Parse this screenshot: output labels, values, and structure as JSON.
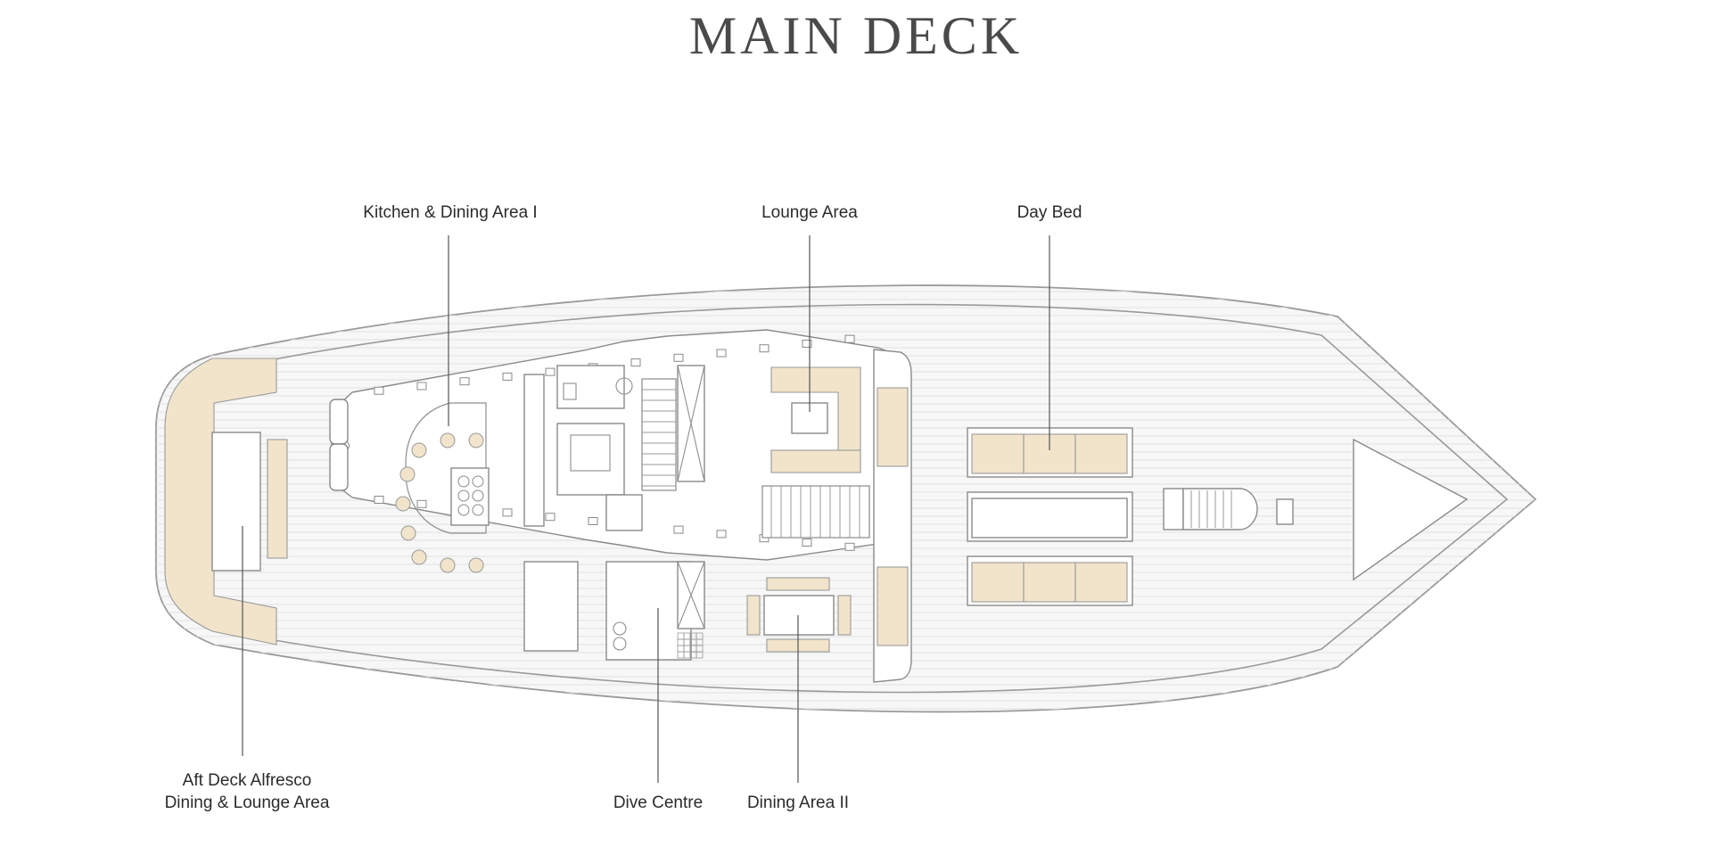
{
  "title": "MAIN DECK",
  "labels": {
    "kitchen": "Kitchen & Dining Area I",
    "lounge": "Lounge Area",
    "daybed": "Day Bed",
    "aft_line1": "Aft Deck Alfresco",
    "aft_line2": "Dining & Lounge Area",
    "dive": "Dive Centre",
    "dining2": "Dining Area II"
  },
  "colors": {
    "deck_fill": "#f6f6f6",
    "plank_line": "#e2e2e2",
    "cream": "#f1e4cb",
    "stroke": "#8a8a8a"
  }
}
